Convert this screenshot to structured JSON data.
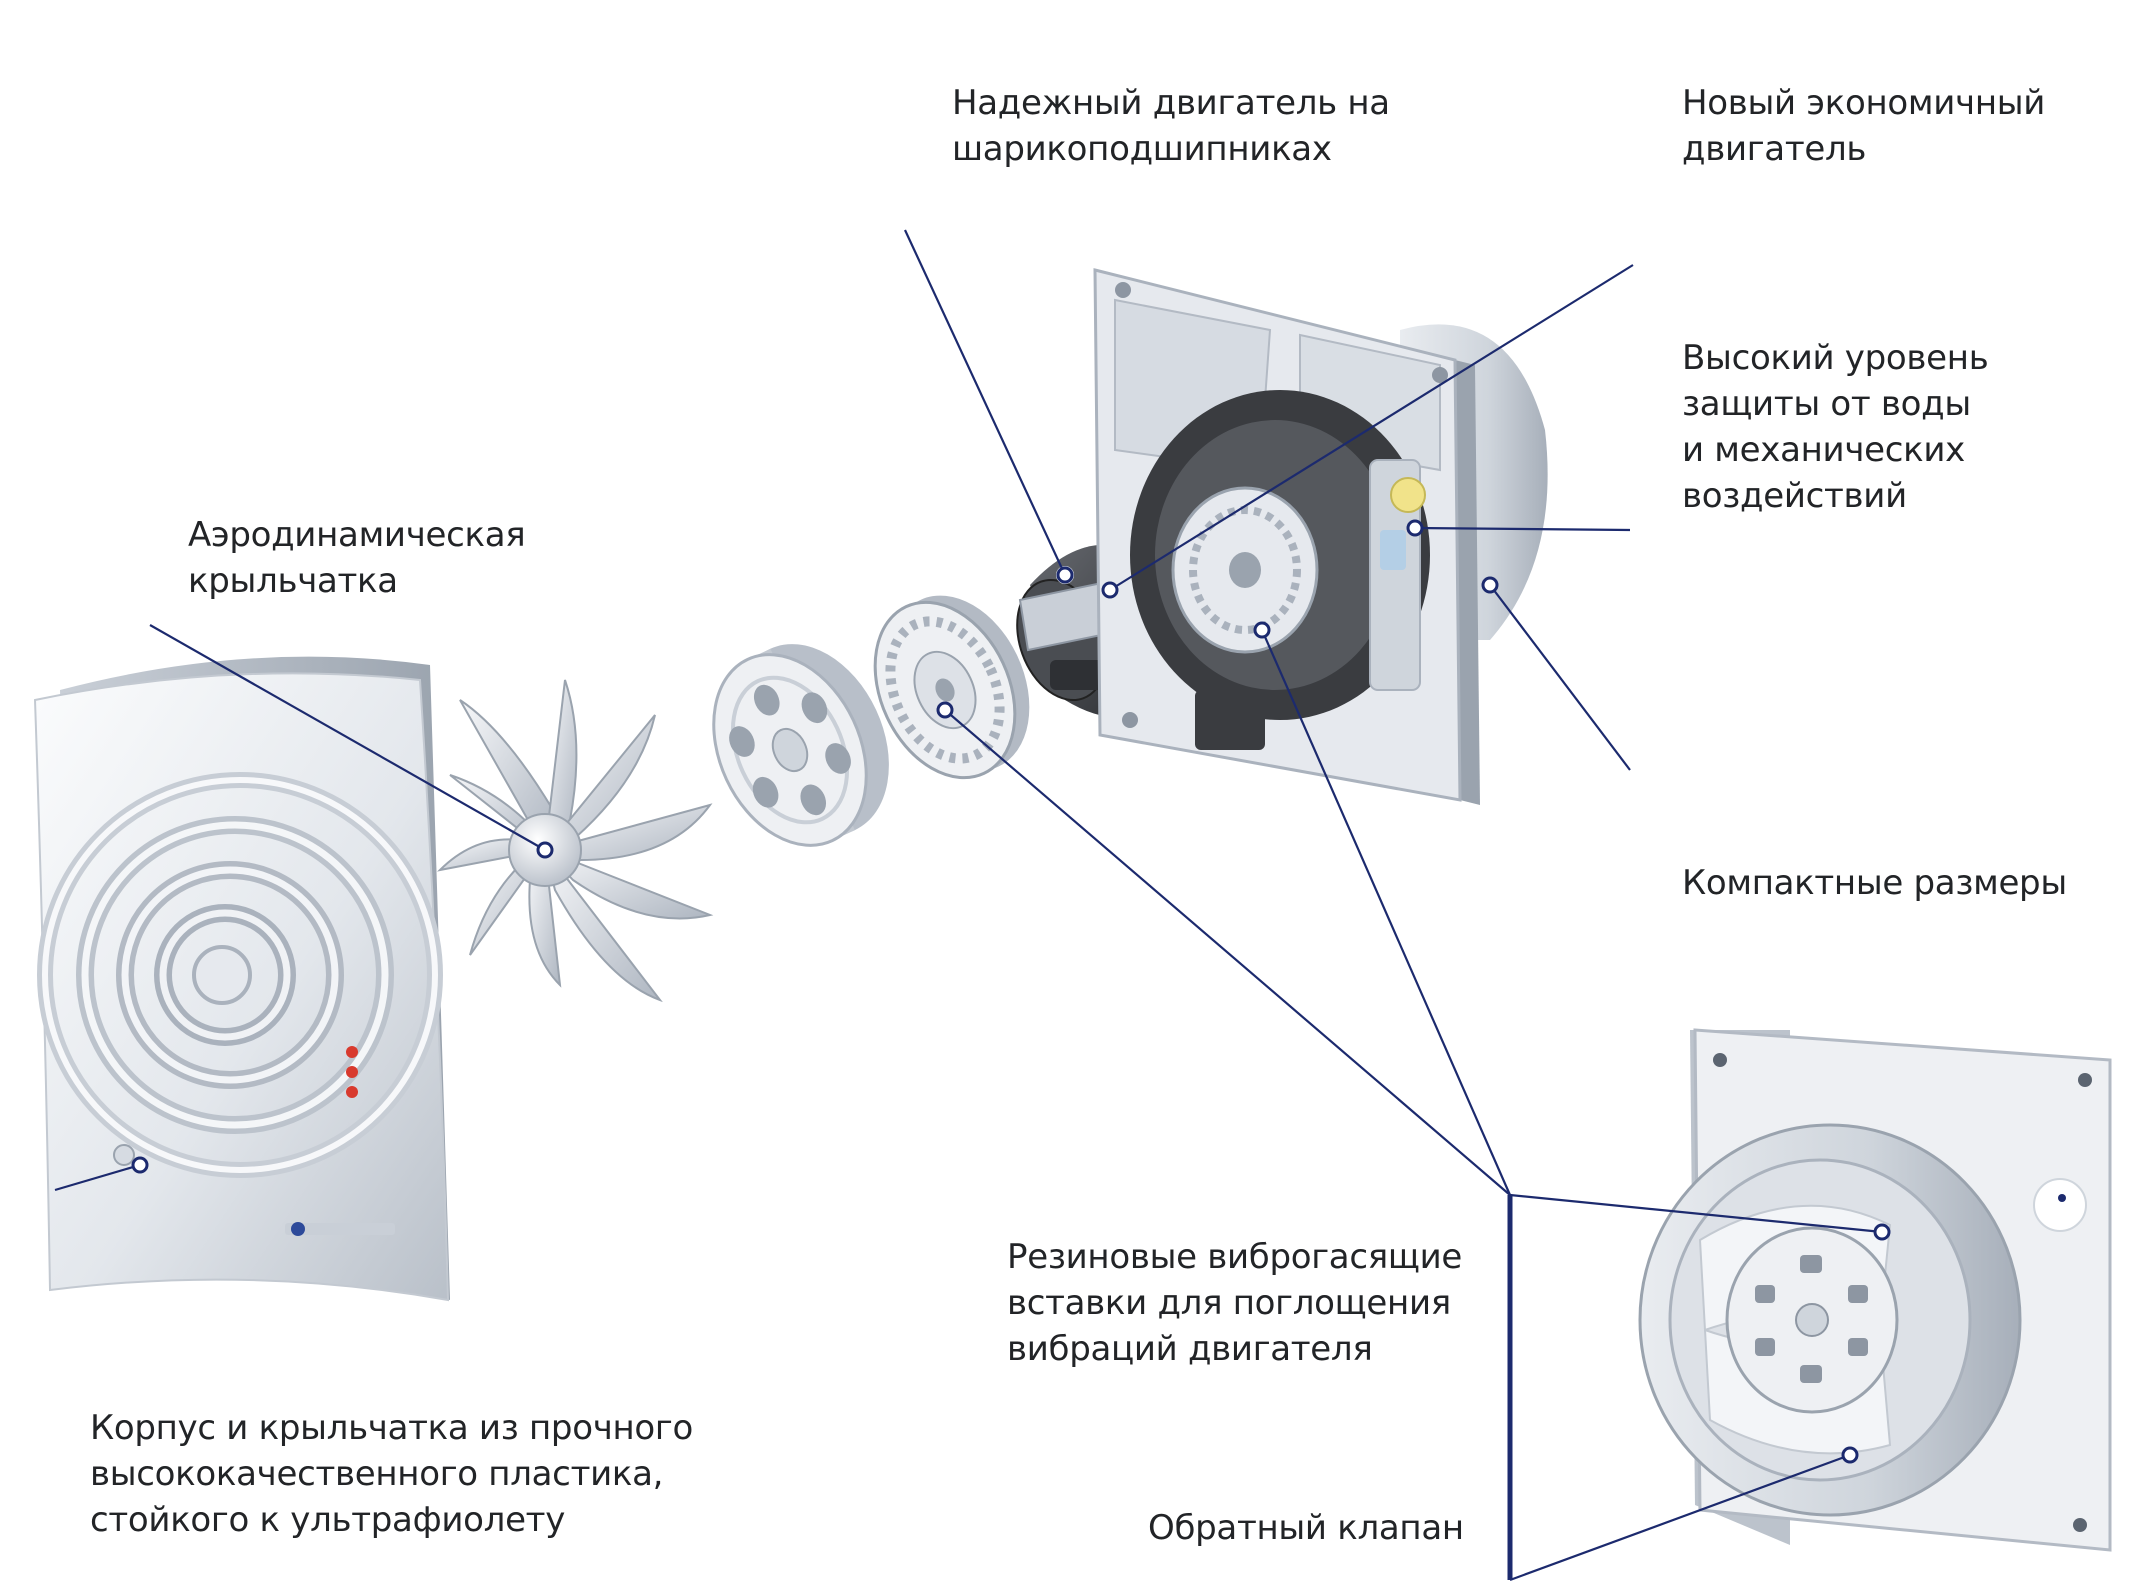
{
  "palette": {
    "leader": "#1c2a6e",
    "text": "#222427",
    "plastic_light": "#f2f4f7",
    "plastic_mid": "#d6dbe2",
    "plastic_dark": "#aab2bd",
    "motor_dark": "#3a3c40",
    "led_red": "#d83a2e"
  },
  "icons": [
    "fan-front-panel",
    "impeller",
    "motor-hub",
    "vibration-insert",
    "motor",
    "fan-housing",
    "assembled-fan",
    "check-valve"
  ],
  "labels": {
    "bearing_motor": [
      "Надежный двигатель на",
      "шарикоподшипниках"
    ],
    "economy_motor": [
      "Новый экономичный",
      "двигатель"
    ],
    "water_protection": [
      "Высокий уровень",
      "защиты от воды",
      "и механических",
      "воздействий"
    ],
    "impeller": [
      "Аэродинамическая",
      "крыльчатка"
    ],
    "compact": [
      "Компактные размеры"
    ],
    "rubber_inserts": [
      "Резиновые виброгасящие",
      "вставки для поглощения",
      "вибраций двигателя"
    ],
    "housing_plastic": [
      "Корпус и крыльчатка из прочного",
      "высококачественного пластика,",
      "стойкого к ультрафиолету"
    ],
    "check_valve": [
      "Обратный клапан"
    ]
  }
}
